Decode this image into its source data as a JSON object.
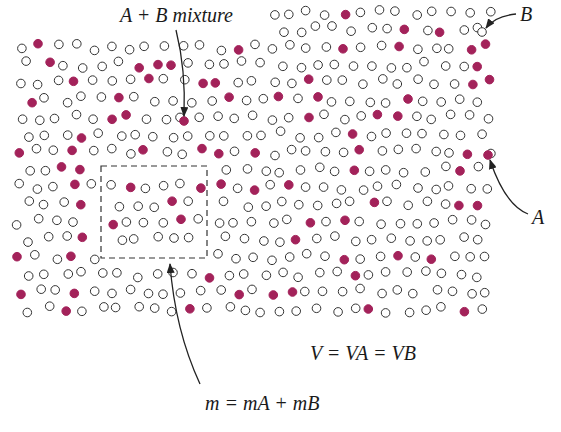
{
  "diagram": {
    "labels": [
      "A + B mixture",
      "B",
      "A",
      "V = VA = VB",
      "m = mA + mB"
    ]
  }
}
